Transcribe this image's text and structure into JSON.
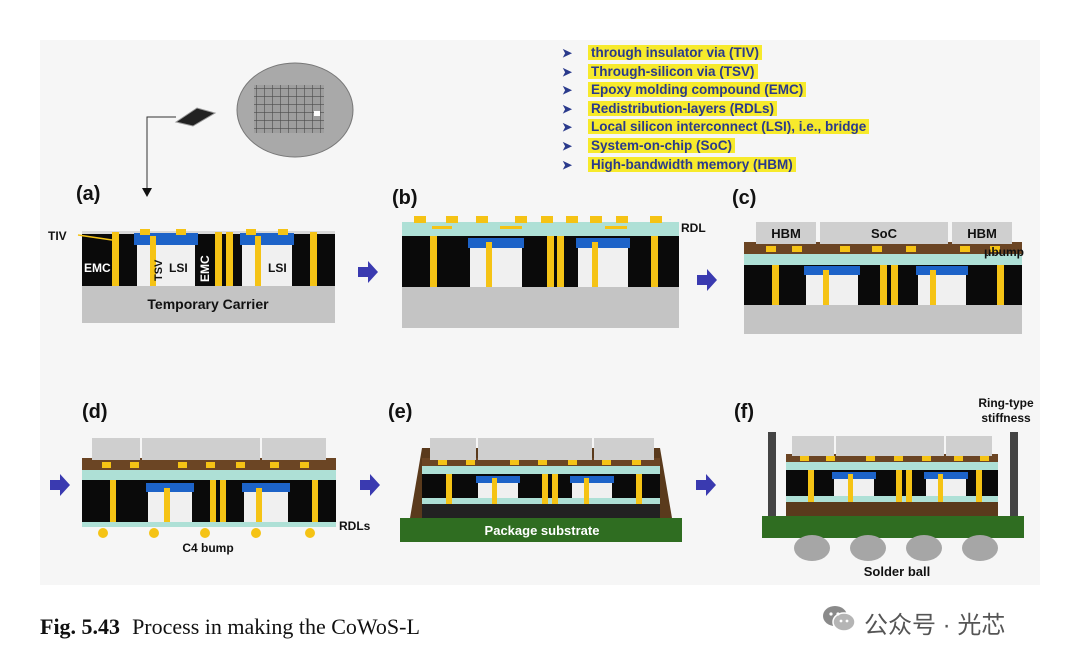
{
  "legend": [
    "through insulator via (TIV)",
    "Through-silicon via (TSV)",
    "Epoxy molding compound (EMC)",
    "Redistribution-layers (RDLs)",
    "Local silicon interconnect (LSI), i.e., bridge",
    "System-on-chip (SoC)",
    "High-bandwidth memory (HBM)"
  ],
  "panels": {
    "a": {
      "label": "(a)",
      "tiv": "TIV",
      "emc": "EMC",
      "tsv": "TSV",
      "lsi": "LSI",
      "carrier": "Temporary Carrier"
    },
    "b": {
      "label": "(b)",
      "rdl": "RDL"
    },
    "c": {
      "label": "(c)",
      "hbm": "HBM",
      "soc": "SoC",
      "ubump": "μbump"
    },
    "d": {
      "label": "(d)",
      "rdls": "RDLs",
      "c4": "C4 bump"
    },
    "e": {
      "label": "(e)",
      "substrate": "Package substrate"
    },
    "f": {
      "label": "(f)",
      "ring": "Ring-type",
      "ring2": "stiffness",
      "solder": "Solder ball"
    }
  },
  "caption": {
    "number": "Fig. 5.43",
    "text": "Process in making the CoWoS-L"
  },
  "watermark": {
    "text": "公众号 · 光芯",
    "icon": "wechat-icon"
  },
  "colors": {
    "via": "#f5c315",
    "mold": "#0a0a0a",
    "cyan": "#aee0d6",
    "brown": "#6b4524",
    "chip": "#cfcfcf",
    "lsi": "#eeeeee",
    "bridge": "#1d63c8",
    "substrate": "#2f6d21",
    "arrow": "#3a3ab0",
    "highlight": "#f7ea2c",
    "legend_text": "#2a3a8c"
  }
}
